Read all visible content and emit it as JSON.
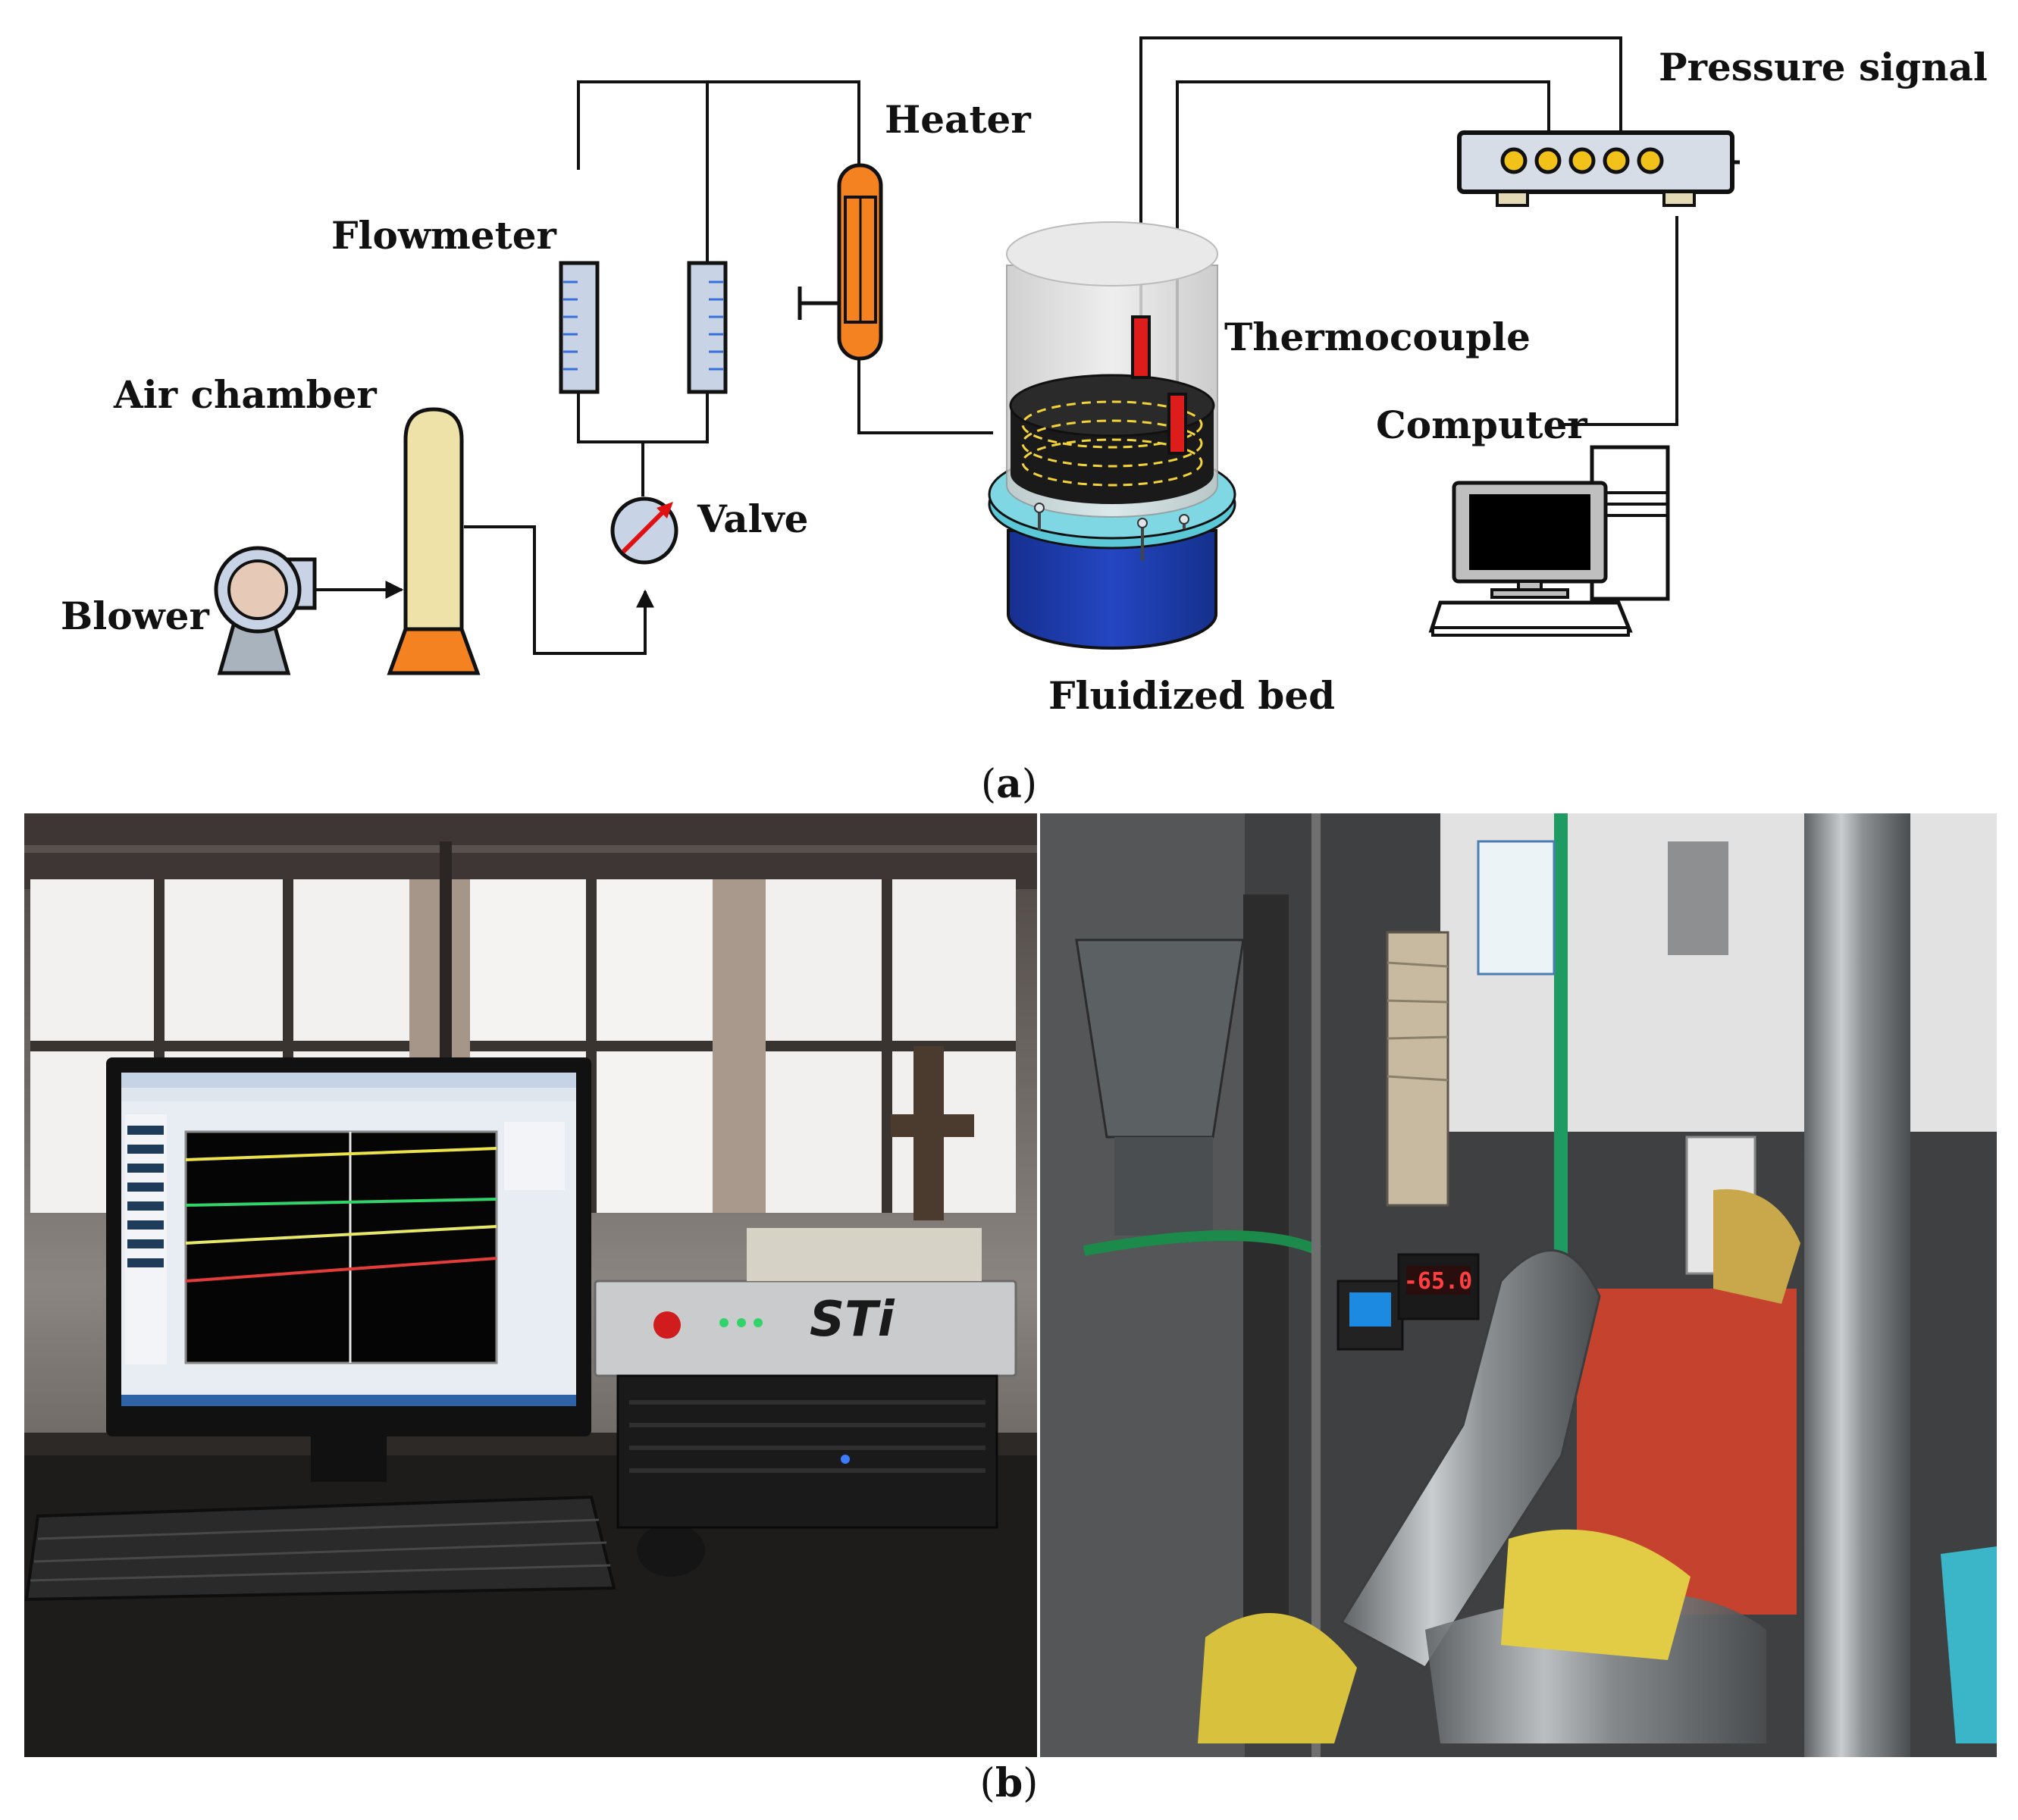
{
  "schematic": {
    "labels": {
      "heater": "Heater",
      "pressure_signal": "Pressure signal",
      "flowmeter": "Flowmeter",
      "thermocouple": "Thermocouple",
      "air_chamber": "Air chamber",
      "computer": "Computer",
      "valve": "Valve",
      "blower": "Blower",
      "fluidized_bed": "Fluidized bed"
    },
    "caption_open": "(",
    "caption_letter": "a",
    "caption_close": ")"
  },
  "photo": {
    "equipment_brand": "STi",
    "temperature_readout": "-65.0",
    "caption_open": "(",
    "caption_letter": "b",
    "caption_close": ")"
  },
  "colors": {
    "heater_orange": "#f58220",
    "air_chamber_fill": "#efe2a8",
    "air_chamber_base": "#f58220",
    "flowmeter_fill": "#c8d4e6",
    "flowmeter_tick": "#3a6fd8",
    "bed_top": "#d9d9d9",
    "bed_ring": "#5bc8d8",
    "bed_base": "#1f3faf",
    "thermocouple_red": "#dd1c1c",
    "coil_yellow": "#f2d43a",
    "valve_arrow": "#e01010",
    "device_fill": "#d7dde6",
    "device_led": "#f2c21b"
  }
}
